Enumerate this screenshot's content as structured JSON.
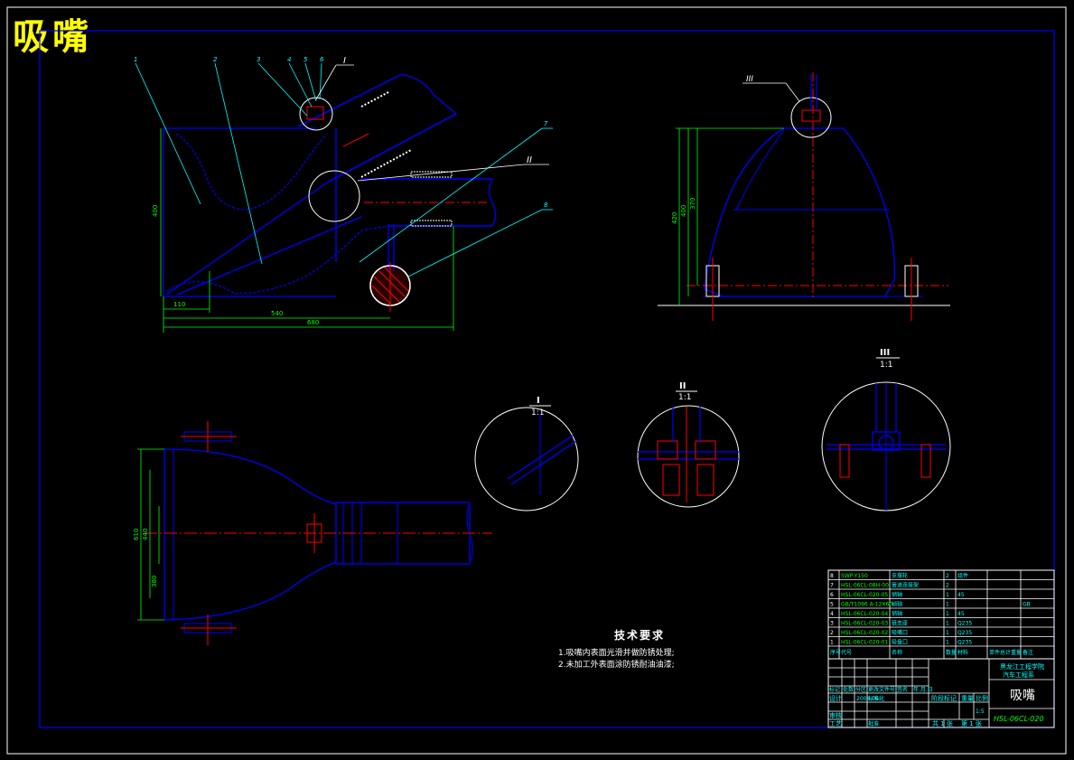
{
  "drawing": {
    "title": "吸嘴",
    "colors": {
      "background": "#000000",
      "outline": "#0000ff",
      "center_line": "#ff0000",
      "dimension": "#00ff00",
      "leader": "#00ffff",
      "text": "#ffffff",
      "title_text": "#ffff00"
    }
  },
  "front_view": {
    "part_callouts": [
      "1",
      "2",
      "3",
      "4",
      "5",
      "6",
      "7",
      "8"
    ],
    "detail_marks": [
      "I",
      "II"
    ],
    "dimensions": {
      "height": "400",
      "offset": "110",
      "width_inner": "540",
      "width_overall": "680"
    }
  },
  "side_view": {
    "detail_mark": "III",
    "dimensions": {
      "overall": "420",
      "mid": "400",
      "inner": "370"
    }
  },
  "top_view": {
    "dimensions": {
      "outer": "610",
      "mid": "440",
      "inner": "380"
    }
  },
  "details": [
    {
      "name": "I",
      "scale": "1:1"
    },
    {
      "name": "II",
      "scale": "1:1"
    },
    {
      "name": "III",
      "scale": "1:1"
    }
  ],
  "tech_requirements": {
    "heading": "技术要求",
    "items": [
      "1.吸嘴内表面光滑并做防锈处理;",
      "2.未加工外表面涂防锈耐油油漆;"
    ]
  },
  "bom": {
    "rows": [
      {
        "no": "8",
        "code": "SWP-Y150",
        "name": "支撑轮",
        "qty": "2",
        "material": "组件",
        "weight": "",
        "note": ""
      },
      {
        "no": "7",
        "code": "HSL-06CL-08H-00",
        "name": "管道连接架",
        "qty": "2",
        "material": "",
        "weight": "",
        "note": ""
      },
      {
        "no": "6",
        "code": "HSL-06CL-020-05",
        "name": "销轴",
        "qty": "1",
        "material": "45",
        "weight": "",
        "note": ""
      },
      {
        "no": "5",
        "code": "GB/T1096 A-12X60",
        "name": "销轴",
        "qty": "1",
        "material": "",
        "weight": "",
        "note": "GB"
      },
      {
        "no": "4",
        "code": "HSL-06CL-020-04",
        "name": "销轴",
        "qty": "1",
        "material": "45",
        "weight": "",
        "note": ""
      },
      {
        "no": "3",
        "code": "HSL-06CL-020-03",
        "name": "链支座",
        "qty": "1",
        "material": "Q235",
        "weight": "",
        "note": ""
      },
      {
        "no": "2",
        "code": "HSL-06CL-020-02",
        "name": "吸嘴口",
        "qty": "1",
        "material": "Q235",
        "weight": "",
        "note": ""
      },
      {
        "no": "1",
        "code": "HSL-06CL-020-01",
        "name": "吸盘口",
        "qty": "1",
        "material": "Q235",
        "weight": "",
        "note": ""
      }
    ],
    "header": {
      "no": "序号",
      "code": "代号",
      "name": "名称",
      "qty": "数量",
      "material": "材料",
      "weight": "单件总计重量",
      "note": "备注"
    }
  },
  "title_block": {
    "company_line1": "黑龙江工程学院",
    "company_line2": "汽车工程系",
    "part_name": "吸嘴",
    "drawing_no": "HSL-06CL-020",
    "row_labels": [
      "标记",
      "处数",
      "分区",
      "更改文件号",
      "签名",
      "年.月.日"
    ],
    "roles": [
      "设计",
      "审核",
      "工艺"
    ],
    "std_label": "标准化",
    "date": "2006.06.",
    "approve_label": "批准",
    "stage_label": "阶段标记",
    "weight_label": "重量",
    "ratio_label": "比例",
    "ratio": "1:5",
    "sheets": "共 1 张",
    "sheet_no": "第 1 张"
  }
}
